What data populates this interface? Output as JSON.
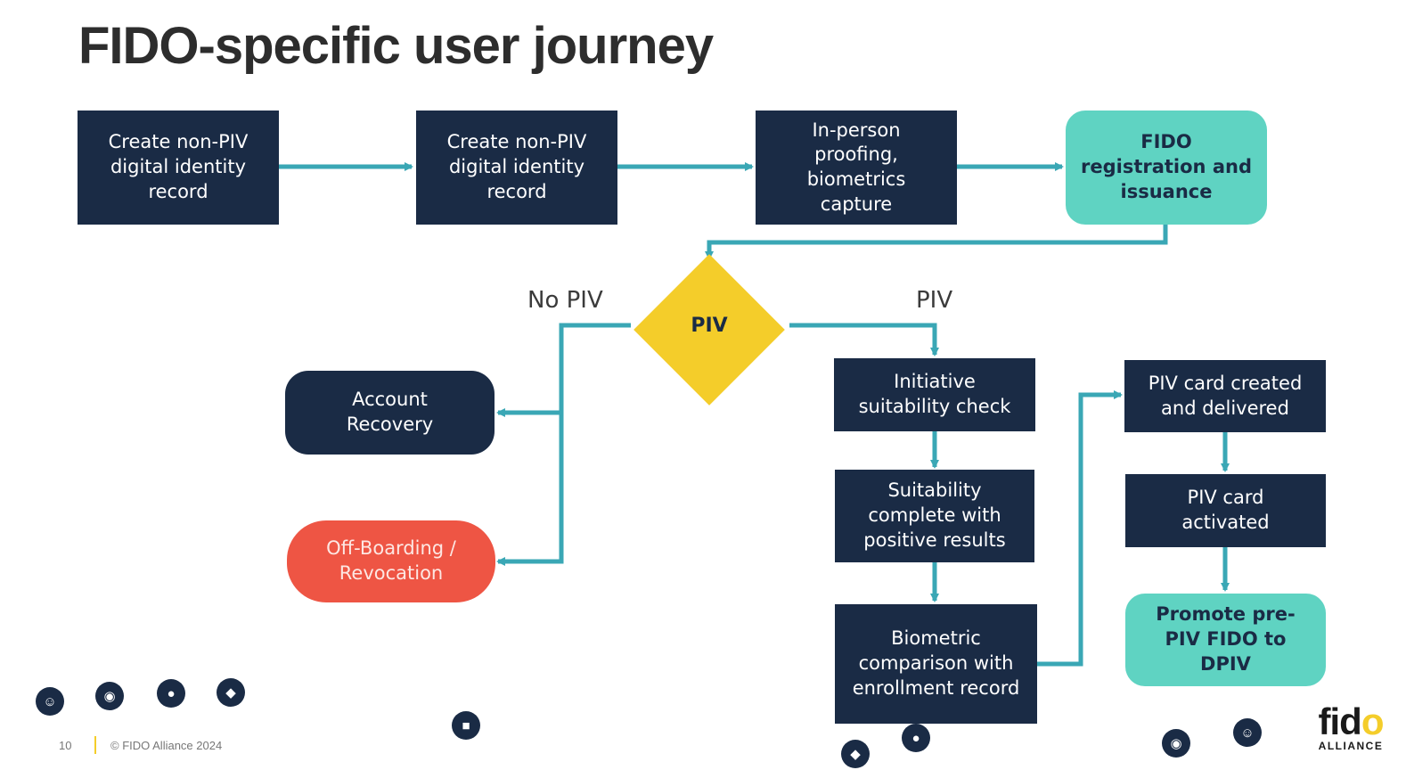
{
  "title": "FIDO-specific user journey",
  "nodes": {
    "create_record_1": "Create non-PIV\ndigital identity\nrecord",
    "create_record_2": "Create non-PIV\ndigital identity\nrecord",
    "in_person_proofing": "In-person\nproofing,\nbiometrics\ncapture",
    "fido_registration": "FIDO\nregistration and\nissuance",
    "decision": "PIV",
    "account_recovery": "Account\nRecovery",
    "off_boarding": "Off-Boarding /\nRevocation",
    "suitability_check": "Initiative\nsuitability check",
    "suitability_complete": "Suitability\ncomplete with\npositive results",
    "biometric_comparison": "Biometric\ncomparison with\nenrollment record",
    "piv_card_created": "PIV card created\nand delivered",
    "piv_card_activated": "PIV card\nactivated",
    "promote_fido": "Promote pre-\nPIV FIDO to\nDPIV"
  },
  "branches": {
    "no_piv": "No PIV",
    "piv": "PIV"
  },
  "footer": {
    "page_number": "10",
    "copyright": "© FIDO Alliance 2024"
  },
  "logo": {
    "word_pre": "f",
    "word_mid": "id",
    "word_o": "o",
    "sub": "ALLIANCE"
  },
  "colors": {
    "dark_box": "#1a2b45",
    "teal": "#5fd3c2",
    "red": "#ee5544",
    "decision": "#f4cd2a",
    "connector": "#3aa7b5"
  },
  "icons": [
    "person-icon",
    "face-scan-icon",
    "tag-icon",
    "shield-icon",
    "lock-icon",
    "tag-icon",
    "shield-icon",
    "face-scan-icon",
    "person-icon"
  ]
}
